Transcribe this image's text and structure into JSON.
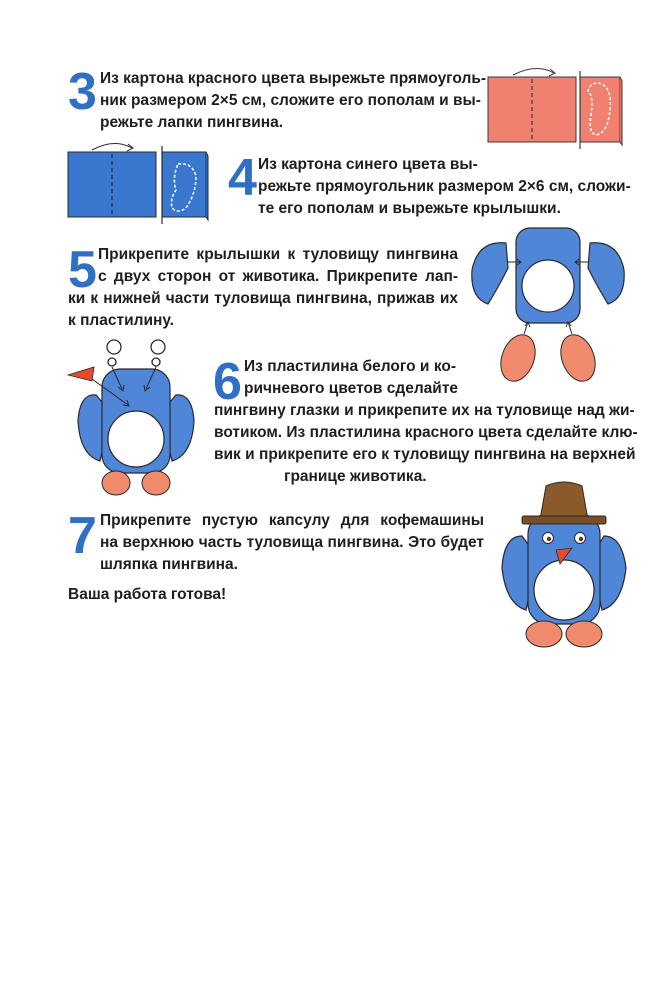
{
  "steps": [
    {
      "number": "3",
      "lines": [
        "Из картона красного цвета вырежьте прямоуголь-",
        "ник размером 2×5 см, сложите его пополам и вы-",
        "режьте лапки пингвина."
      ]
    },
    {
      "number": "4",
      "lines": [
        "Из картона синего цвета вы-",
        "режьте прямоугольник размером 2×6 см, сложи-",
        "те его пополам и вырежьте крылышки."
      ]
    },
    {
      "number": "5",
      "lines": [
        "Прикрепите крылышки к туловищу пингвина",
        "с двух сторон от животика. Прикрепите лап-",
        "ки к нижней части туловища пингвина, прижав их",
        "к пластилину."
      ]
    },
    {
      "number": "6",
      "lines": [
        "Из пластилина белого и ко-",
        "ричневого цветов сделайте",
        "пингвину глазки и прикрепите их на туловище над жи-",
        "вотиком. Из пластилина красного цвета сделайте клю-",
        "вик и прикрепите его к туловищу пингвина на верхней",
        "границе животика."
      ]
    },
    {
      "number": "7",
      "lines": [
        "Прикрепите пустую капсулу для кофемашины",
        "на верхнюю часть туловища пингвина. Это будет",
        "шляпка пингвина."
      ]
    }
  ],
  "final_note": "Ваша работа готова!",
  "colors": {
    "step_number": "#2f6fc4",
    "red_card": "#f08070",
    "blue_card": "#3a78d0",
    "penguin_blue": "#4f86d8",
    "beak": "#e64a2e",
    "feet": "#f28b6e",
    "hat": "#8b5a2b"
  }
}
